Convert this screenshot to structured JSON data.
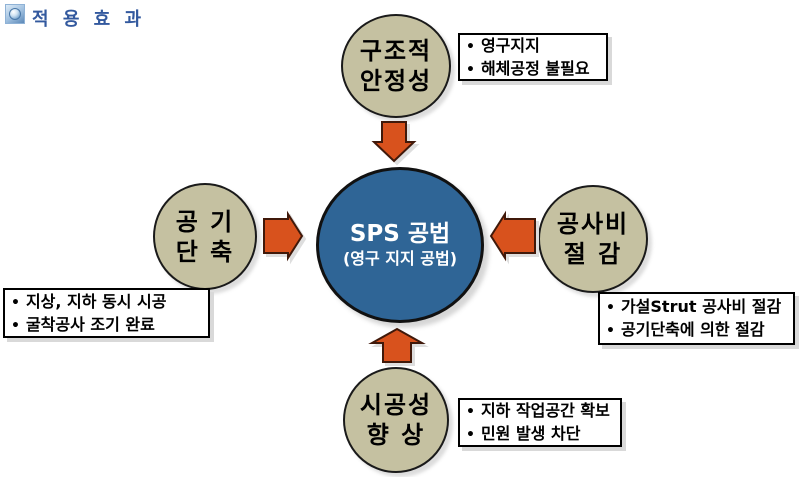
{
  "title": "적 용 효 과",
  "glyphs": {
    "bullet": "•"
  },
  "colors": {
    "title_text": "#33599e",
    "satellite_fill": "#c5c1a1",
    "center_fill": "#2f6596",
    "arrow_fill": "#d8521d",
    "outline": "#1a1a1a",
    "box_background": "#ffffff"
  },
  "center": {
    "title": "SPS 공법",
    "subtitle": "(영구 지지 공법)"
  },
  "nodes": {
    "top": {
      "line1": "구조적",
      "line2": "안정성",
      "bullets": [
        "영구지지",
        "해체공정 불필요"
      ]
    },
    "left": {
      "line1": "공 기",
      "line2": "단 축",
      "bullets": [
        "지상, 지하 동시 시공",
        "굴착공사 조기 완료"
      ]
    },
    "right": {
      "line1": "공사비",
      "line2": "절 감",
      "bullets": [
        "가설Strut 공사비 절감",
        "공기단축에 의한 절감"
      ]
    },
    "bottom": {
      "line1": "시공성",
      "line2": "향 상",
      "bullets": [
        "지하 작업공간 확보",
        "민원 발생 차단"
      ]
    }
  }
}
